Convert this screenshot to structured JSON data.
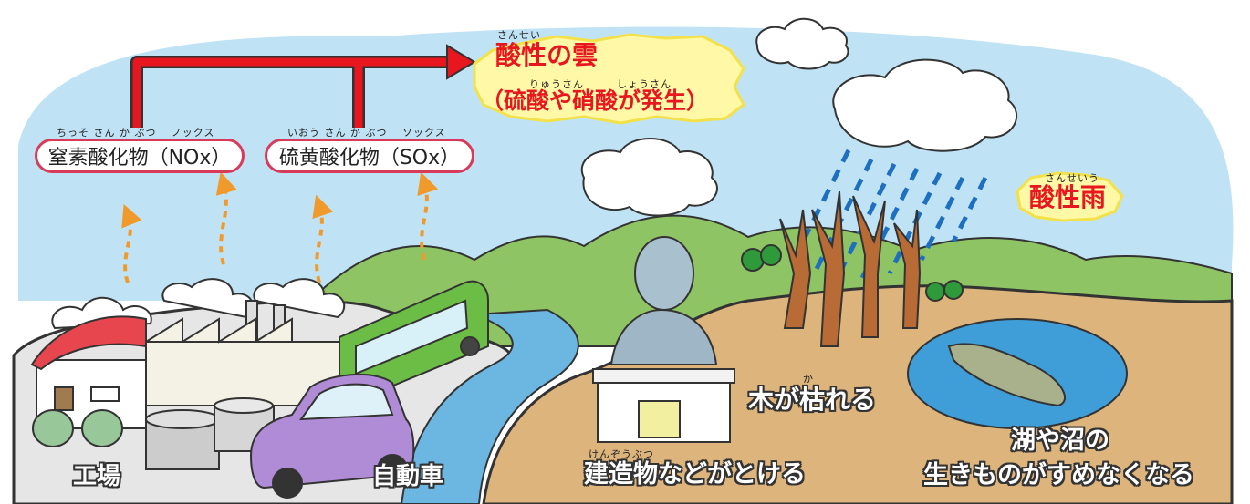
{
  "sources": {
    "nox": {
      "label": "窒素酸化物（NOx）",
      "ruby": "ちっそ さん か ぶつ　 ノックス"
    },
    "sox": {
      "label": "硫黄酸化物（SOx）",
      "ruby": "いおう さん か ぶつ　 ソックス"
    }
  },
  "cloud_label": {
    "ruby_top": "さんせい",
    "title": "酸性の雲",
    "ruby_sub": "りゅうさん　　　しょうさん",
    "subtitle": "（硫酸や硝酸が発生）"
  },
  "rain_label": {
    "ruby": "さんせいう",
    "text": "酸性雨"
  },
  "effects": {
    "factory": "工場",
    "car": "自動車",
    "building_ruby": "けんぞうぶつ",
    "building": "建造物などがとける",
    "tree_ruby": "か",
    "tree": "木が枯れる",
    "lake_line1": "湖や沼の",
    "lake_line2": "生きものがすめなくなる"
  },
  "colors": {
    "sky": "#bfe3f5",
    "hill": "#8fc464",
    "ground": "#dcb47c",
    "water": "#3f9ed8",
    "arrow_red": "#e8161e",
    "smoke_arrow": "#f19a2c",
    "rain": "#1f6fc1"
  }
}
